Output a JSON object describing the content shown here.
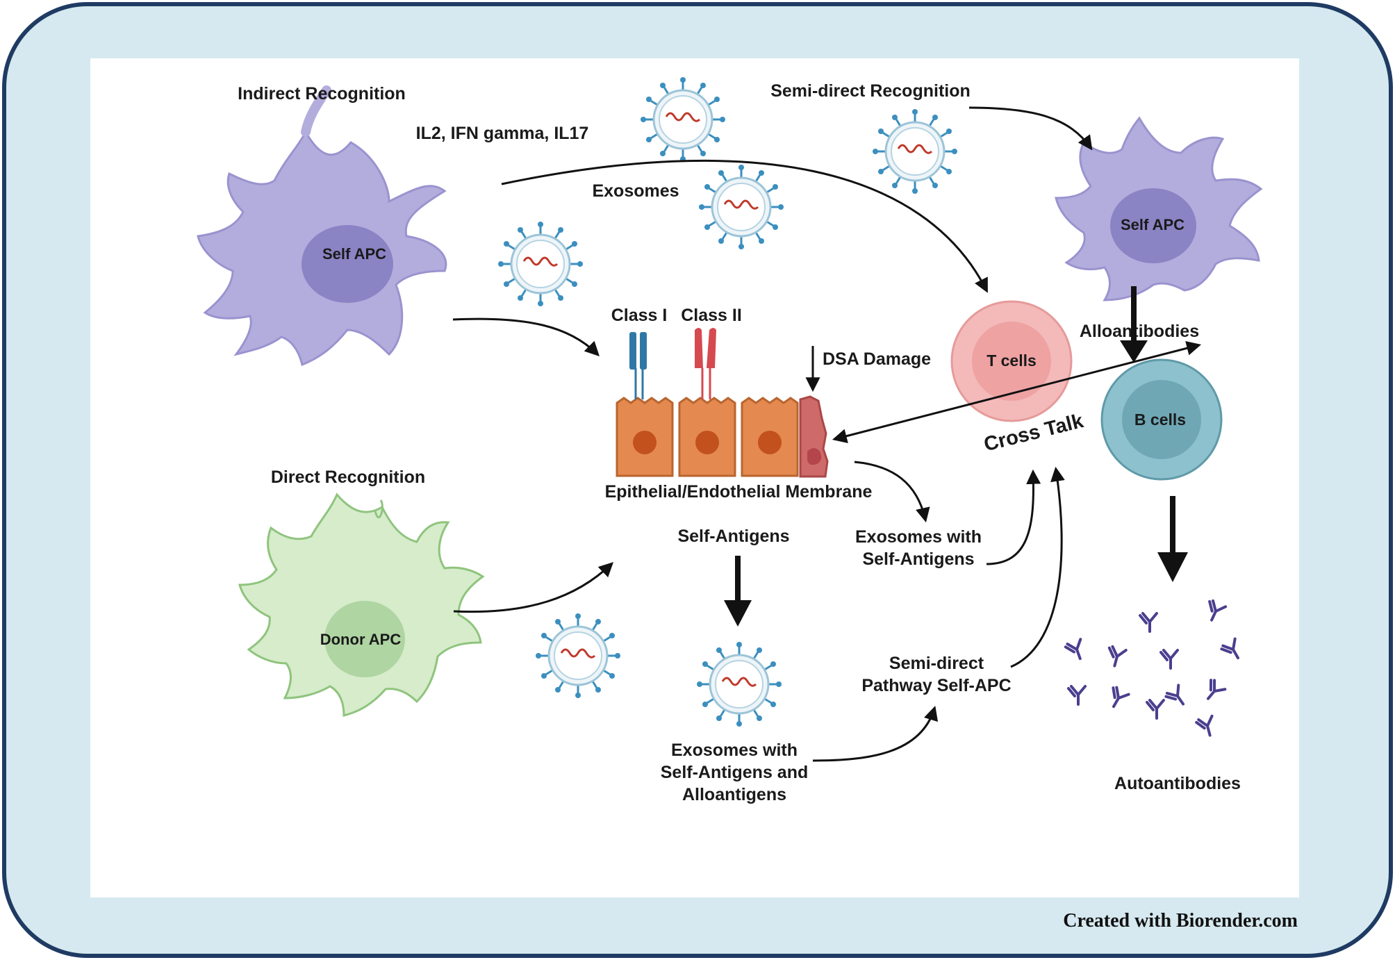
{
  "labels": {
    "indirect_recognition": "Indirect Recognition",
    "cytokines": "IL2, IFN gamma, IL17",
    "exosomes": "Exosomes",
    "semi_direct_recognition": "Semi-direct Recognition",
    "self_apc_left": "Self APC",
    "self_apc_right": "Self APC",
    "class_i": "Class I",
    "class_ii": "Class II",
    "dsa_damage": "DSA Damage",
    "t_cells": "T cells",
    "alloantibodies": "Alloantibodies",
    "b_cells": "B cells",
    "cross_talk": "Cross Talk",
    "membrane": "Epithelial/Endothelial Membrane",
    "direct_recognition": "Direct Recognition",
    "donor_apc": "Donor APC",
    "self_antigens": "Self-Antigens",
    "exo_self_1": "Exosomes with",
    "exo_self_2": "Self-Antigens",
    "semi_pathway_1": "Semi-direct",
    "semi_pathway_2": "Pathway Self-APC",
    "exo_allo_1": "Exosomes with",
    "exo_allo_2": "Self-Antigens and",
    "exo_allo_3": "Alloantigens",
    "autoantibodies": "Autoantibodies",
    "credit": "Created with Biorender.com"
  },
  "colors": {
    "outer_frame": "#d6e9f0",
    "frame_border": "#1f3b63",
    "self_apc": "#b3addd",
    "self_apc_nucleus": "#8a83c4",
    "donor_apc": "#d6eccb",
    "donor_apc_nucleus": "#aed5a2",
    "t_cell": "#f4b9b9",
    "b_cell": "#8cc1cd",
    "epithelial": "#e4894f",
    "epithelial_nucleus": "#c2511e",
    "damaged_cell": "#cf6a6a",
    "class_i": "#2f78a5",
    "class_ii": "#d6494f",
    "exosome_spike": "#3b8fbf",
    "rna": "#c0392b",
    "antibody": "#4a3f8e"
  }
}
